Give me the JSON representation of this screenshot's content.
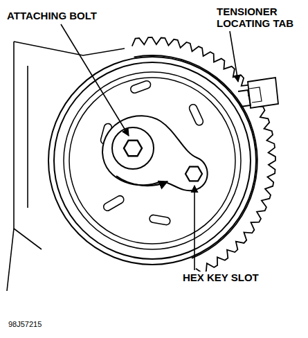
{
  "diagram": {
    "labels": [
      "ATTACHING BOLT",
      "TENSIONER LOCATING TAB",
      "HEX KEY SLOT",
      "98J57215"
    ]
  }
}
